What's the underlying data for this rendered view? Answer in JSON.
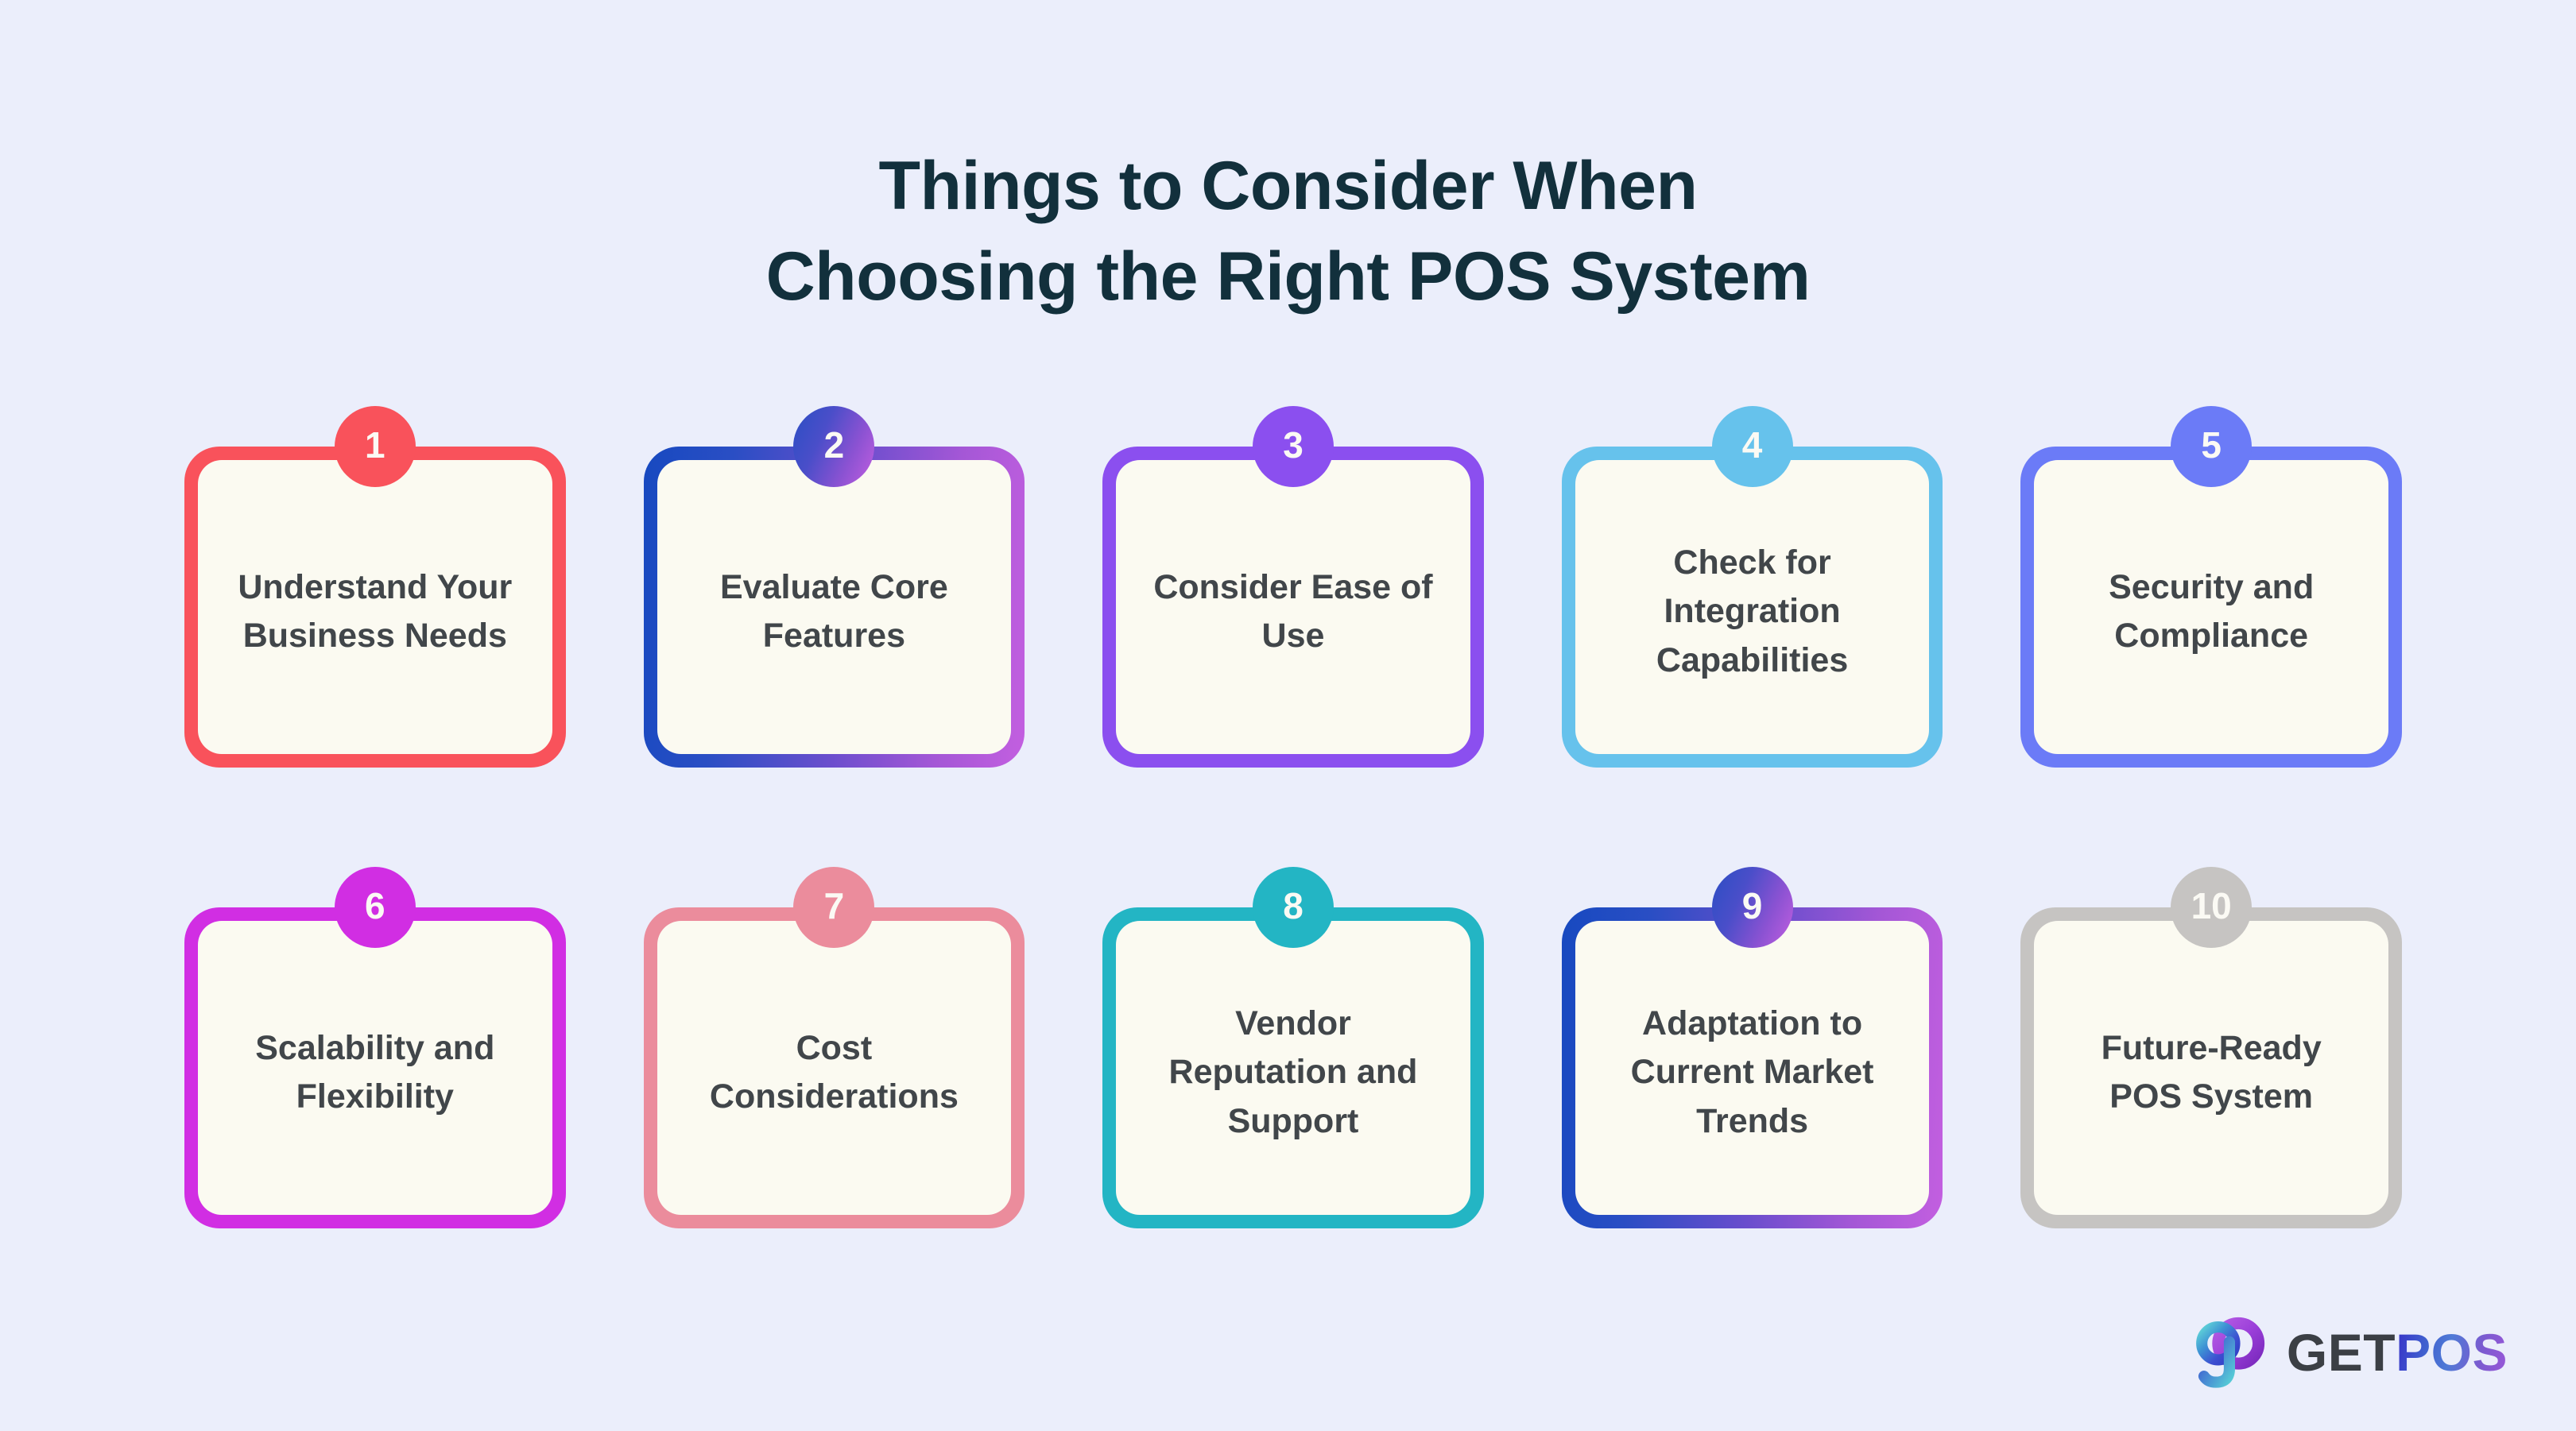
{
  "background_color": "#ebeefb",
  "title": {
    "line1": "Things to Consider When",
    "line2": "Choosing the Right POS System",
    "color": "#12303c"
  },
  "card_defaults": {
    "fill_color": "#fbfaf1",
    "text_color": "#41464a",
    "number_color": "#fbfaf4"
  },
  "cards": [
    {
      "number": "1",
      "label": "Understand Your Business Needs",
      "accent": "#f9525b",
      "accent_kind": "solid",
      "border_css": "#f9525b",
      "badge_css": "#f9525b"
    },
    {
      "number": "2",
      "label": "Evaluate Core Features",
      "accent": "#1749c0",
      "accent_kind": "gradient",
      "accent_end": "#b95bdb",
      "border_css": "linear-gradient(95deg,#1749c0 0%,#2a4ec4 22%,#6a4ecd 52%,#a457d6 78%,#c35fe0 100%)",
      "badge_css": "linear-gradient(115deg,#2a4ec4 0%,#4a4ec9 35%,#8a52d2 68%,#c35fe0 100%)"
    },
    {
      "number": "3",
      "label": "Consider Ease of Use",
      "accent": "#8b4fef",
      "accent_kind": "solid",
      "border_css": "#8b4fef",
      "badge_css": "#8b4fef"
    },
    {
      "number": "4",
      "label": "Check for Integration Capabilities",
      "accent": "#66c2ec",
      "accent_kind": "solid",
      "border_css": "#66c2ec",
      "badge_css": "#66c2ec"
    },
    {
      "number": "5",
      "label": "Security and Compliance",
      "accent": "#6b7bf7",
      "accent_kind": "solid",
      "border_css": "#6b7bf7",
      "badge_css": "#6b7bf7"
    },
    {
      "number": "6",
      "label": "Scalability and Flexibility",
      "accent": "#d12ee3",
      "accent_kind": "solid",
      "border_css": "#d12ee3",
      "badge_css": "#d12ee3"
    },
    {
      "number": "7",
      "label": "Cost Considerations",
      "accent": "#eb8c9c",
      "accent_kind": "solid",
      "border_css": "#eb8c9c",
      "badge_css": "#eb8c9c"
    },
    {
      "number": "8",
      "label": "Vendor Reputation and Support",
      "accent": "#23b5c4",
      "accent_kind": "solid",
      "border_css": "#23b5c4",
      "badge_css": "#23b5c4"
    },
    {
      "number": "9",
      "label": "Adaptation to Current Market Trends",
      "accent": "#1749c0",
      "accent_kind": "gradient",
      "accent_end": "#b95bdb",
      "border_css": "linear-gradient(95deg,#1749c0 0%,#2a4ec4 22%,#6a4ecd 52%,#a457d6 78%,#c35fe0 100%)",
      "badge_css": "linear-gradient(115deg,#2a4ec4 0%,#4a4ec9 35%,#8a52d2 68%,#c35fe0 100%)"
    },
    {
      "number": "10",
      "label": "Future-Ready POS System",
      "accent": "#c6c4c2",
      "accent_kind": "solid",
      "border_css": "#c6c4c2",
      "badge_css": "#c6c4c2"
    }
  ],
  "logo": {
    "mark_name": "gp-monogram-icon",
    "text_get": "GET",
    "text_pos": "POS",
    "get_color": "#3b3f45"
  }
}
